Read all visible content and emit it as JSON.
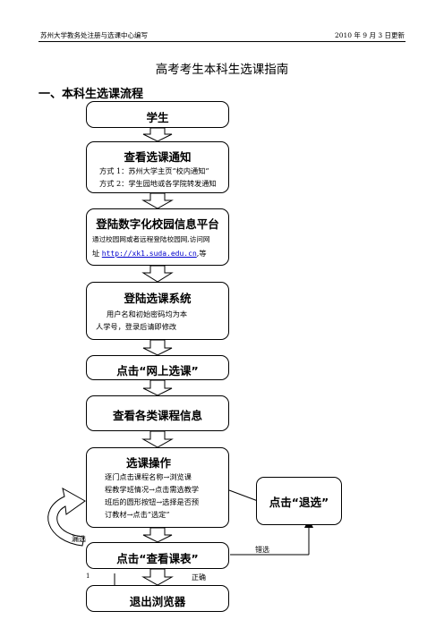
{
  "header": {
    "left": "苏州大学教务处注册与选课中心编写",
    "right": "2010 年 9 月 3 日更新"
  },
  "title": "高考考生本科生选课指南",
  "section_heading": "一、本科生选课流程",
  "steps": {
    "student": {
      "title": "学生"
    },
    "notice": {
      "title": "查看选课通知",
      "line1": "方式 1：苏州大学主页“校内通知”",
      "line2": "方式 2：学生园地或各学院转发通知"
    },
    "login_portal": {
      "title": "登陆数字化校园信息平台",
      "line1": "通过校园网或者远程登陆校园网,访问网",
      "line2_prefix": "址 ",
      "link": "http://xk1.suda.edu.cn",
      "line2_suffix": ",等"
    },
    "login_system": {
      "title": "登陆选课系统",
      "line1": "用户名和初始密码均为本",
      "line2": "人学号，登录后请即修改"
    },
    "online": {
      "title": "点击“网上选课”"
    },
    "courses": {
      "title": "查看各类课程信息"
    },
    "operate": {
      "title": "选课操作",
      "line1": "逐门点击课程名称→浏览课",
      "line2": "程教学班情况→点击需选教学",
      "line3": "班后的圆形按钮→选择是否预",
      "line4": "订教材→点击“选定”"
    },
    "drop": {
      "title": "点击“退选”"
    },
    "schedule": {
      "title": "点击“查看课表”"
    },
    "exit": {
      "title": "退出浏览器"
    }
  },
  "labels": {
    "missed": "漏选",
    "wrong": "错选",
    "correct": "正确",
    "page_marker": "1"
  }
}
